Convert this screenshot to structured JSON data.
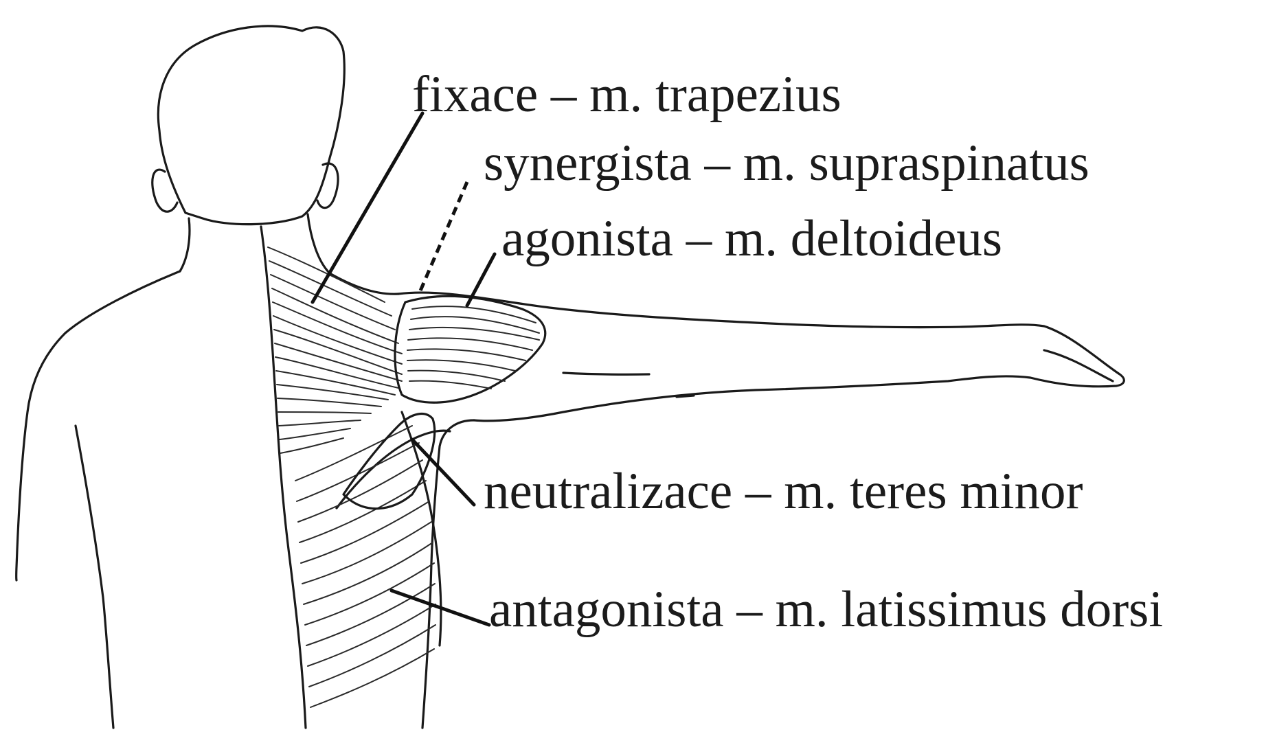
{
  "labels": {
    "fixace": "fixace – m. trapezius",
    "synergista": "synergista – m. supraspinatus",
    "agonista": "agonista – m. deltoideus",
    "neutralizace": "neutralizace – m. teres minor",
    "antagonista": "antagonista – m. latissimus dorsi"
  }
}
